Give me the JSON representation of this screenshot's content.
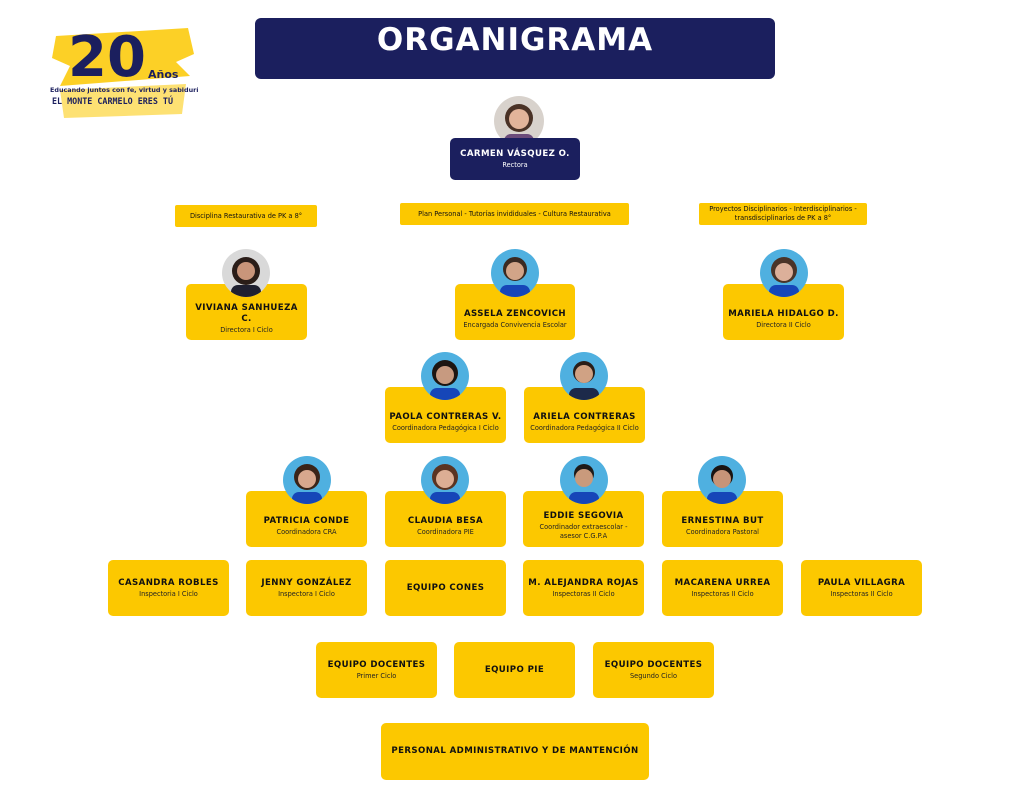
{
  "logo": {
    "number": "20",
    "anos": "Años",
    "tagline": "Educando juntos con fe, virtud y sabiduría",
    "motto": "EL MONTE CARMELO ERES TÚ"
  },
  "title": "ORGANIGRAMA",
  "rector": {
    "name": "CARMEN VÁSQUEZ O.",
    "role": "Rectora"
  },
  "notes": [
    "Disciplina Restaurativa de PK a 8°",
    "Plan Personal - Tutorías invididuales - Cultura Restaurativa",
    "Proyectos Disciplinarios - Interdisciplinarios - transdisciplinarios de PK a 8°"
  ],
  "level2": [
    {
      "name": "VIVIANA SANHUEZA C.",
      "role": "Directora I Ciclo"
    },
    {
      "name": "ASSELA ZENCOVICH",
      "role": "Encargada Convivencia Escolar"
    },
    {
      "name": "MARIELA HIDALGO D.",
      "role": "Directora II Ciclo"
    }
  ],
  "level3": [
    {
      "name": "PAOLA CONTRERAS V.",
      "role": "Coordinadora Pedagógica I Ciclo"
    },
    {
      "name": "ARIELA CONTRERAS",
      "role": "Coordinadora Pedagógica II Ciclo"
    }
  ],
  "level4": [
    {
      "name": "PATRICIA CONDE",
      "role": "Coordinadora CRA"
    },
    {
      "name": "CLAUDIA BESA",
      "role": "Coordinadora PIE"
    },
    {
      "name": "EDDIE SEGOVIA",
      "role": "Coordinador extraescolar - asesor C.G.P.A"
    },
    {
      "name": "ERNESTINA BUT",
      "role": "Coordinadora Pastoral"
    }
  ],
  "level5": [
    {
      "name": "CASANDRA ROBLES",
      "role": "Inspectoria I Ciclo"
    },
    {
      "name": "JENNY GONZÁLEZ",
      "role": "Inspectora I Ciclo"
    },
    {
      "name": "EQUIPO CONES",
      "role": ""
    },
    {
      "name": "M. ALEJANDRA ROJAS",
      "role": "Inspectoras II Ciclo"
    },
    {
      "name": "MACARENA URREA",
      "role": "Inspectoras II Ciclo"
    },
    {
      "name": "PAULA VILLAGRA",
      "role": "Inspectoras II Ciclo"
    }
  ],
  "level6": [
    {
      "name": "EQUIPO DOCENTES",
      "role": "Primer Ciclo"
    },
    {
      "name": "EQUIPO PIE",
      "role": ""
    },
    {
      "name": "EQUIPO DOCENTES",
      "role": "Segundo Ciclo"
    }
  ],
  "level7": {
    "name": "PERSONAL ADMINISTRATIVO Y DE MANTENCIÓN"
  },
  "colors": {
    "navy": "#1b1f5e",
    "yellow": "#fcc800",
    "avatar_bg": "#4fb0e0",
    "shirt": "#1646b8"
  }
}
